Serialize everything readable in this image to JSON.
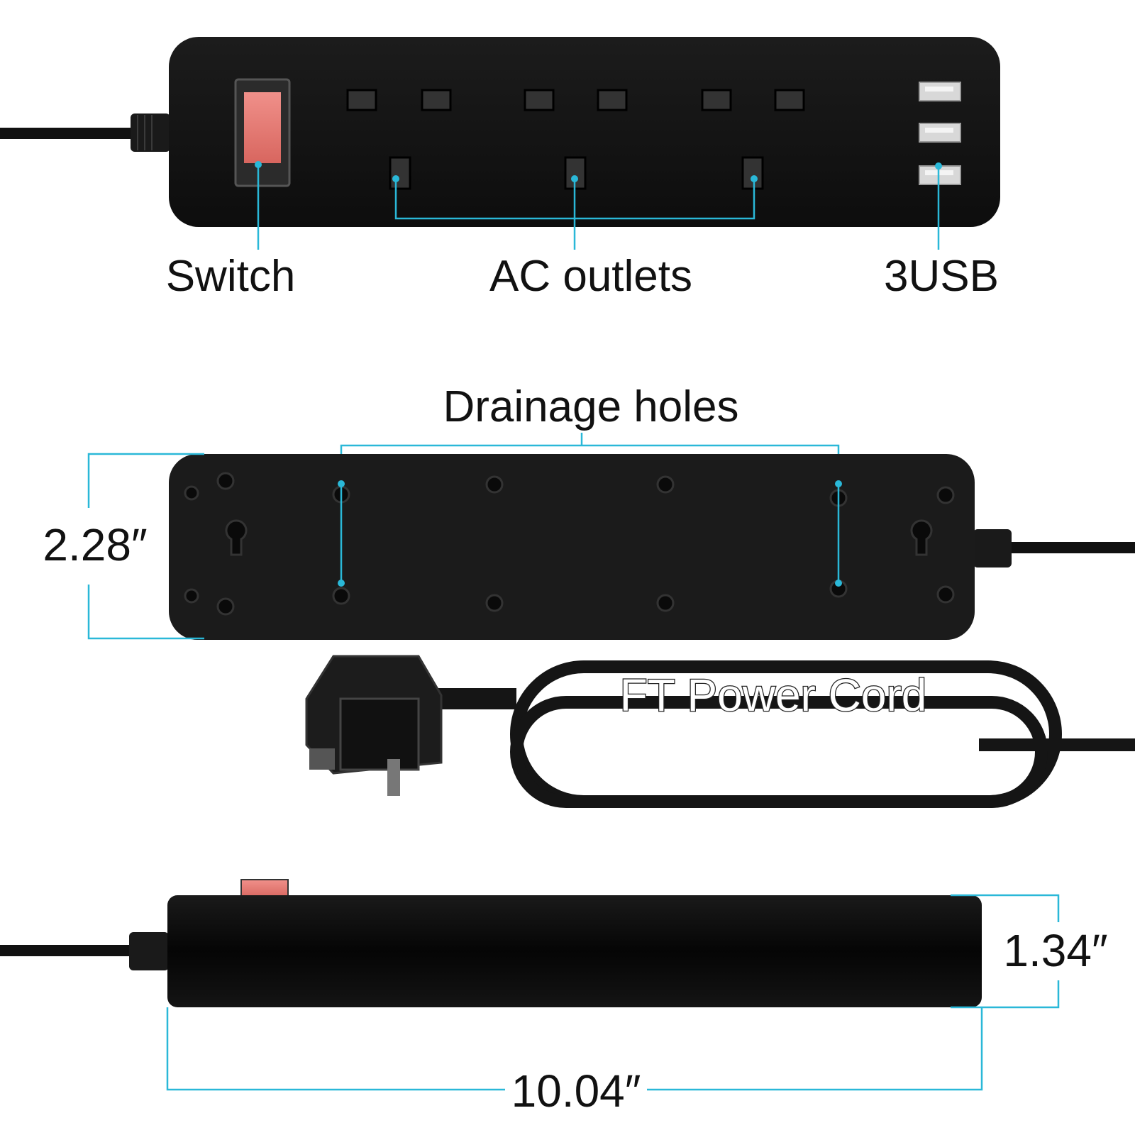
{
  "callouts": {
    "switch": "Switch",
    "ac_outlets": "AC outlets",
    "usb": "3USB",
    "drainage": "Drainage holes",
    "power_cord": "FT Power Cord"
  },
  "dimensions": {
    "depth": "2.28″",
    "height": "1.34″",
    "length": "10.04″"
  },
  "colors": {
    "accent": "#2ab8d8",
    "body": "#111111",
    "switch": "#e57a74"
  },
  "icons": [
    "rocker-switch-icon",
    "uk-socket-icon",
    "usb-port-icon",
    "screw-hole-icon",
    "uk-plug-icon"
  ]
}
